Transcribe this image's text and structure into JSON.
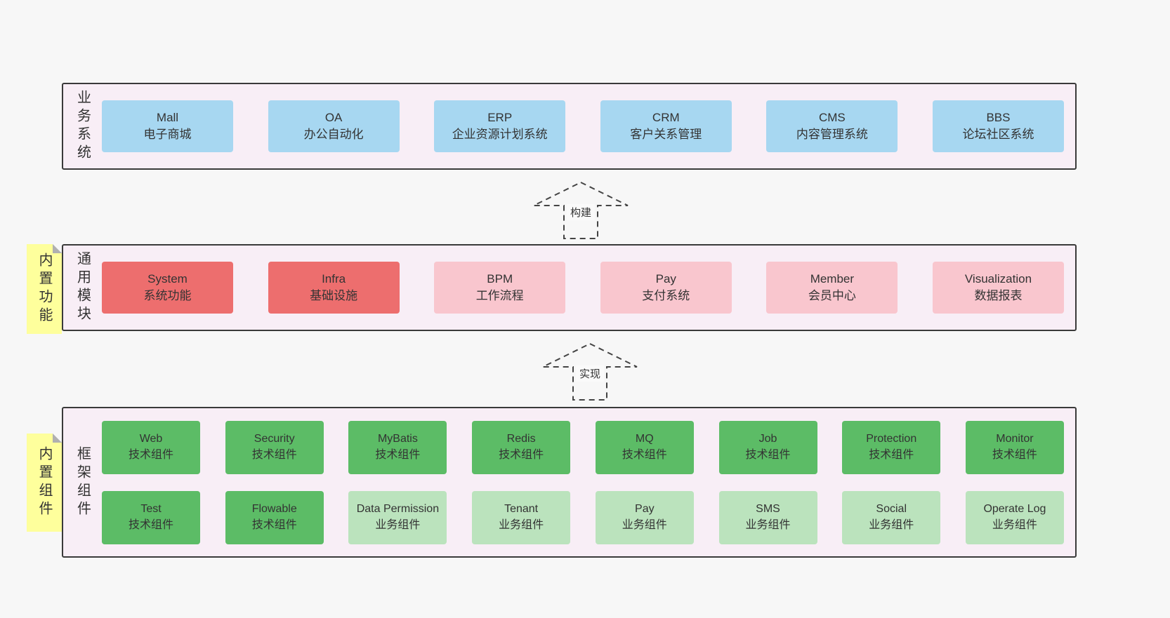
{
  "arrows": [
    {
      "label": "构建"
    },
    {
      "label": "实现"
    }
  ],
  "layers": [
    {
      "label": "业务系统",
      "boxes": [
        {
          "title": "Mall",
          "subtitle": "电子商城",
          "variant": "blue"
        },
        {
          "title": "OA",
          "subtitle": "办公自动化",
          "variant": "blue"
        },
        {
          "title": "ERP",
          "subtitle": "企业资源计划系统",
          "variant": "blue"
        },
        {
          "title": "CRM",
          "subtitle": "客户关系管理",
          "variant": "blue"
        },
        {
          "title": "CMS",
          "subtitle": "内容管理系统",
          "variant": "blue"
        },
        {
          "title": "BBS",
          "subtitle": "论坛社区系统",
          "variant": "blue"
        }
      ]
    },
    {
      "label": "通用模块",
      "sticky": "内置功能",
      "boxes": [
        {
          "title": "System",
          "subtitle": "系统功能",
          "variant": "red"
        },
        {
          "title": "Infra",
          "subtitle": "基础设施",
          "variant": "red"
        },
        {
          "title": "BPM",
          "subtitle": "工作流程",
          "variant": "pink"
        },
        {
          "title": "Pay",
          "subtitle": "支付系统",
          "variant": "pink"
        },
        {
          "title": "Member",
          "subtitle": "会员中心",
          "variant": "pink"
        },
        {
          "title": "Visualization",
          "subtitle": "数据报表",
          "variant": "pink"
        }
      ]
    },
    {
      "label": "框架组件",
      "sticky": "内置组件",
      "rows": [
        [
          {
            "title": "Web",
            "subtitle": "技术组件",
            "variant": "green"
          },
          {
            "title": "Security",
            "subtitle": "技术组件",
            "variant": "green"
          },
          {
            "title": "MyBatis",
            "subtitle": "技术组件",
            "variant": "green"
          },
          {
            "title": "Redis",
            "subtitle": "技术组件",
            "variant": "green"
          },
          {
            "title": "MQ",
            "subtitle": "技术组件",
            "variant": "green"
          },
          {
            "title": "Job",
            "subtitle": "技术组件",
            "variant": "green"
          },
          {
            "title": "Protection",
            "subtitle": "技术组件",
            "variant": "green"
          },
          {
            "title": "Monitor",
            "subtitle": "技术组件",
            "variant": "green"
          }
        ],
        [
          {
            "title": "Test",
            "subtitle": "技术组件",
            "variant": "green"
          },
          {
            "title": "Flowable",
            "subtitle": "技术组件",
            "variant": "green"
          },
          {
            "title": "Data Permission",
            "subtitle": "业务组件",
            "variant": "lightgreen"
          },
          {
            "title": "Tenant",
            "subtitle": "业务组件",
            "variant": "lightgreen"
          },
          {
            "title": "Pay",
            "subtitle": "业务组件",
            "variant": "lightgreen"
          },
          {
            "title": "SMS",
            "subtitle": "业务组件",
            "variant": "lightgreen"
          },
          {
            "title": "Social",
            "subtitle": "业务组件",
            "variant": "lightgreen"
          },
          {
            "title": "Operate Log",
            "subtitle": "业务组件",
            "variant": "lightgreen"
          }
        ]
      ]
    }
  ],
  "colors": {
    "page_bg": "#f7f7f7",
    "layer_bg": "#f8eef6",
    "layer_border": "#3a3a3a",
    "blue": "#a7d7f1",
    "red": "#ed6e6e",
    "pink": "#f9c6ce",
    "green": "#5cbc66",
    "light_green": "#bbe3bd",
    "sticky_yellow": "#feff9c"
  }
}
